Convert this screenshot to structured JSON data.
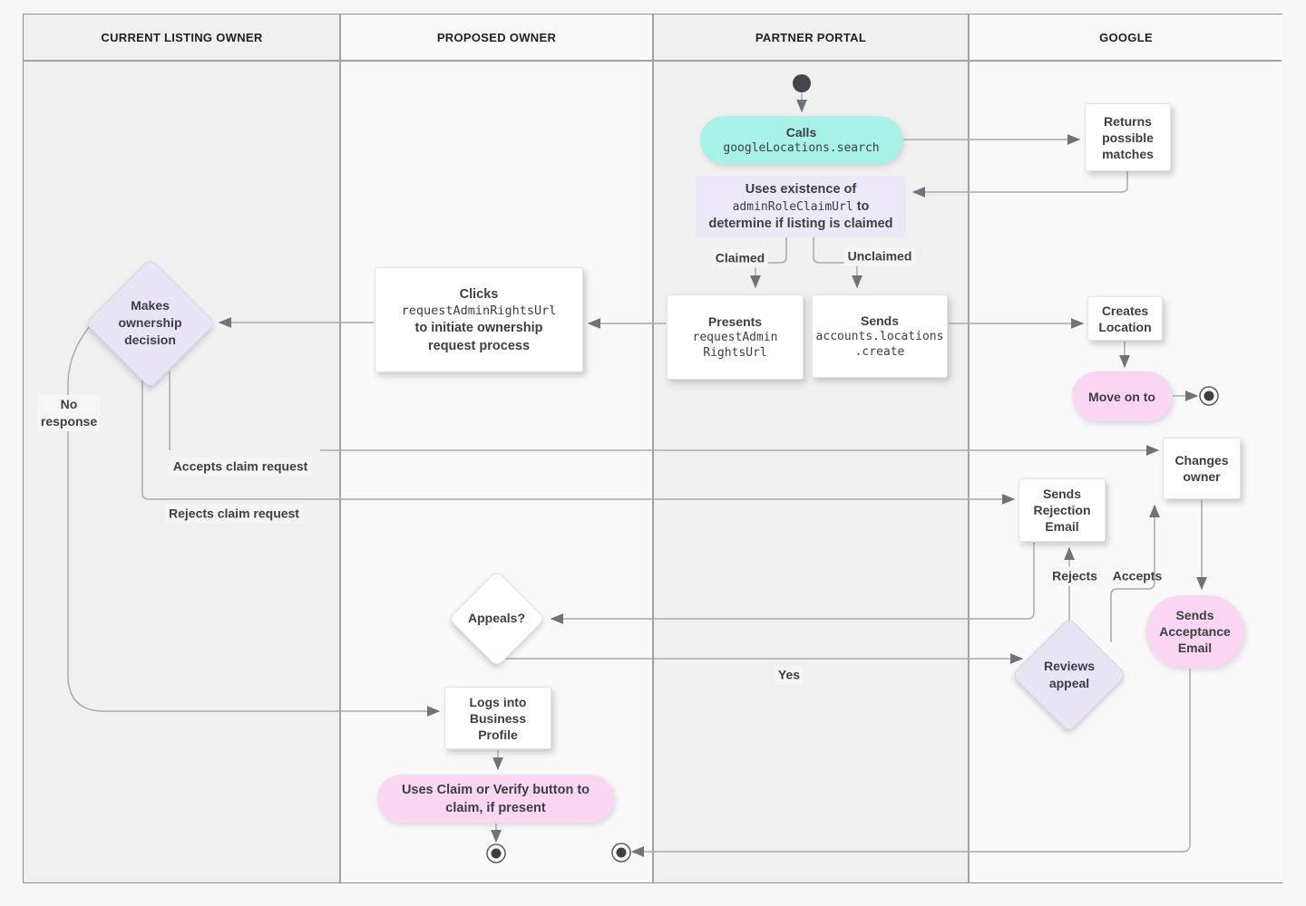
{
  "colors": {
    "bg": "#f7f7f8",
    "lane-gray": "#f0f0f1",
    "lane-light": "#f9f9fa",
    "edge": "#a6abb0",
    "arrow": "#6f7479",
    "text": "#3c4043",
    "teal": "#a9f2e8",
    "lavender": "#e9e3f6",
    "note": "#ece8f8",
    "pink": "#fbd6f3",
    "white": "#ffffff",
    "label-bg": "#f5f5f6"
  },
  "lanes": [
    {
      "label": "CURRENT LISTING OWNER"
    },
    {
      "label": "PROPOSED OWNER"
    },
    {
      "label": "PARTNER PORTAL"
    },
    {
      "label": "GOOGLE"
    }
  ],
  "nodes": {
    "calls": {
      "title": "Calls",
      "code": "googleLocations.search"
    },
    "returns_matches": {
      "lines": [
        "Returns",
        "possible",
        "matches"
      ]
    },
    "uses_existence": {
      "line1": "Uses existence of",
      "code": "adminRoleClaimUrl",
      "line2_suffix": " to",
      "line3": "determine if listing is claimed"
    },
    "presents": {
      "title": "Presents",
      "code_lines": [
        "requestAdmin",
        "RightsUrl"
      ]
    },
    "sends_create": {
      "title": "Sends",
      "code_lines": [
        "accounts.locations",
        ".create"
      ]
    },
    "creates_location": {
      "lines": [
        "Creates",
        "Location"
      ]
    },
    "move_on": {
      "label": "Move on to"
    },
    "clicks": {
      "title": "Clicks",
      "code": "requestAdminRightsUrl",
      "lines": [
        "to initiate ownership",
        "request process"
      ]
    },
    "makes_decision": {
      "lines": [
        "Makes",
        "ownership",
        "decision"
      ]
    },
    "changes_owner": {
      "lines": [
        "Changes",
        "owner"
      ]
    },
    "sends_rejection": {
      "lines": [
        "Sends",
        "Rejection",
        "Email"
      ]
    },
    "sends_acceptance": {
      "lines": [
        "Sends",
        "Acceptance",
        "Email"
      ]
    },
    "appeals": {
      "label": "Appeals?"
    },
    "reviews_appeal": {
      "lines": [
        "Reviews",
        "appeal"
      ]
    },
    "logs_in": {
      "lines": [
        "Logs into",
        "Business",
        "Profile"
      ]
    },
    "uses_claim": {
      "lines": [
        "Uses Claim or Verify button to",
        "claim, if present"
      ]
    }
  },
  "edge_labels": {
    "claimed": "Claimed",
    "unclaimed": "Unclaimed",
    "no_response": {
      "lines": [
        "No",
        "response"
      ]
    },
    "accepts_claim": "Accepts claim request",
    "rejects_claim": "Rejects claim request",
    "rejects": "Rejects",
    "accepts": "Accepts",
    "yes": "Yes"
  }
}
